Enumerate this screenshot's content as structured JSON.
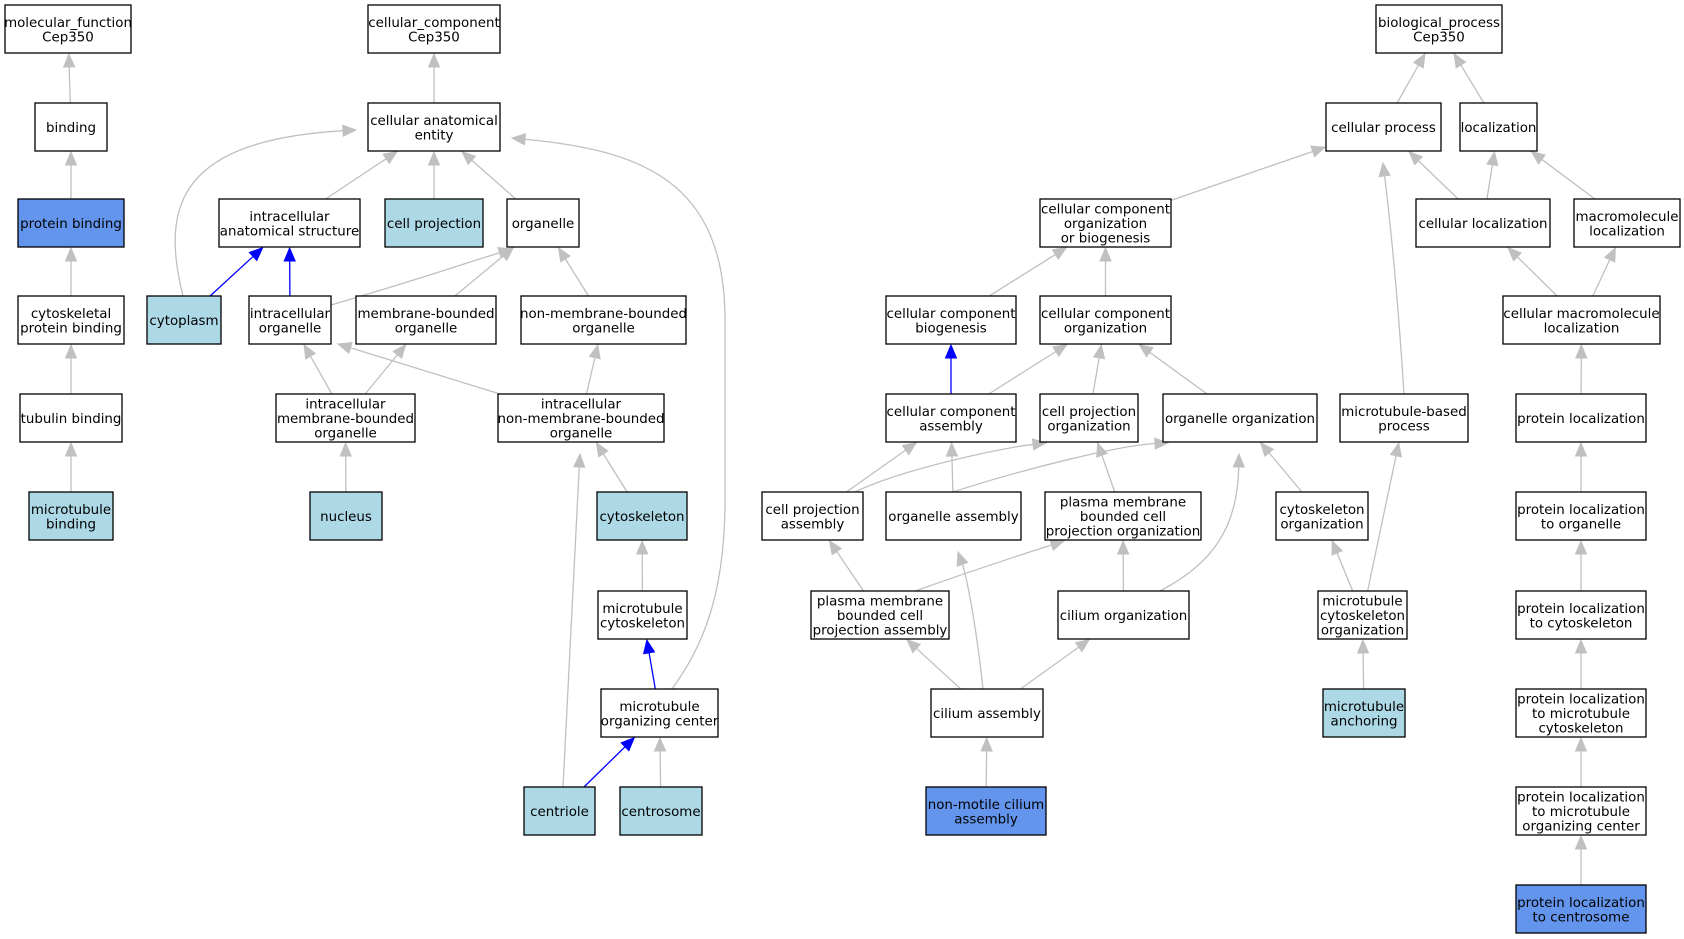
{
  "colors": {
    "default_fill": "#ffffff",
    "lightblue": "#add8e6",
    "cornflowerblue": "#6495ed",
    "edge_gray": "#c0c0c0",
    "edge_blue": "#0000ff"
  },
  "nodes": [
    {
      "id": "mf_root",
      "lines": [
        "molecular_function",
        "Cep350"
      ],
      "fill": "default"
    },
    {
      "id": "binding",
      "lines": [
        "binding"
      ],
      "fill": "default"
    },
    {
      "id": "protein_binding",
      "lines": [
        "protein binding"
      ],
      "fill": "cornflowerblue"
    },
    {
      "id": "cytoskeletal_protein_binding",
      "lines": [
        "cytoskeletal",
        "protein binding"
      ],
      "fill": "default"
    },
    {
      "id": "tubulin_binding",
      "lines": [
        "tubulin binding"
      ],
      "fill": "default"
    },
    {
      "id": "microtubule_binding",
      "lines": [
        "microtubule",
        "binding"
      ],
      "fill": "lightblue"
    },
    {
      "id": "cc_root",
      "lines": [
        "cellular_component",
        "Cep350"
      ],
      "fill": "default"
    },
    {
      "id": "cellular_anatomical_entity",
      "lines": [
        "cellular anatomical",
        "entity"
      ],
      "fill": "default"
    },
    {
      "id": "intracellular_anatomical_structure",
      "lines": [
        "intracellular",
        "anatomical structure"
      ],
      "fill": "default"
    },
    {
      "id": "cell_projection",
      "lines": [
        "cell projection"
      ],
      "fill": "lightblue"
    },
    {
      "id": "organelle",
      "lines": [
        "organelle"
      ],
      "fill": "default"
    },
    {
      "id": "cytoplasm",
      "lines": [
        "cytoplasm"
      ],
      "fill": "lightblue"
    },
    {
      "id": "intracellular_organelle",
      "lines": [
        "intracellular",
        "organelle"
      ],
      "fill": "default"
    },
    {
      "id": "membrane_bounded_organelle",
      "lines": [
        "membrane-bounded",
        "organelle"
      ],
      "fill": "default"
    },
    {
      "id": "non_membrane_bounded_organelle",
      "lines": [
        "non-membrane-bounded",
        "organelle"
      ],
      "fill": "default"
    },
    {
      "id": "intracellular_membrane_bounded_organelle",
      "lines": [
        "intracellular",
        "membrane-bounded",
        "organelle"
      ],
      "fill": "default"
    },
    {
      "id": "intracellular_non_membrane_bounded_organelle",
      "lines": [
        "intracellular",
        "non-membrane-bounded",
        "organelle"
      ],
      "fill": "default"
    },
    {
      "id": "nucleus",
      "lines": [
        "nucleus"
      ],
      "fill": "lightblue"
    },
    {
      "id": "cytoskeleton",
      "lines": [
        "cytoskeleton"
      ],
      "fill": "lightblue"
    },
    {
      "id": "microtubule_cytoskeleton",
      "lines": [
        "microtubule",
        "cytoskeleton"
      ],
      "fill": "default"
    },
    {
      "id": "microtubule_organizing_center",
      "lines": [
        "microtubule",
        "organizing center"
      ],
      "fill": "default"
    },
    {
      "id": "centriole",
      "lines": [
        "centriole"
      ],
      "fill": "lightblue"
    },
    {
      "id": "centrosome",
      "lines": [
        "centrosome"
      ],
      "fill": "lightblue"
    },
    {
      "id": "bp_root",
      "lines": [
        "biological_process",
        "Cep350"
      ],
      "fill": "default"
    },
    {
      "id": "cellular_process",
      "lines": [
        "cellular process"
      ],
      "fill": "default"
    },
    {
      "id": "localization",
      "lines": [
        "localization"
      ],
      "fill": "default"
    },
    {
      "id": "ccob",
      "lines": [
        "cellular component",
        "organization",
        "or biogenesis"
      ],
      "fill": "default"
    },
    {
      "id": "cellular_localization",
      "lines": [
        "cellular localization"
      ],
      "fill": "default"
    },
    {
      "id": "macromolecule_localization",
      "lines": [
        "macromolecule",
        "localization"
      ],
      "fill": "default"
    },
    {
      "id": "cc_biogenesis",
      "lines": [
        "cellular component",
        "biogenesis"
      ],
      "fill": "default"
    },
    {
      "id": "cc_organization",
      "lines": [
        "cellular component",
        "organization"
      ],
      "fill": "default"
    },
    {
      "id": "cellular_macromolecule_localization",
      "lines": [
        "cellular macromolecule",
        "localization"
      ],
      "fill": "default"
    },
    {
      "id": "cc_assembly",
      "lines": [
        "cellular component",
        "assembly"
      ],
      "fill": "default"
    },
    {
      "id": "cell_projection_organization",
      "lines": [
        "cell projection",
        "organization"
      ],
      "fill": "default"
    },
    {
      "id": "organelle_organization",
      "lines": [
        "organelle organization"
      ],
      "fill": "default"
    },
    {
      "id": "microtubule_based_process",
      "lines": [
        "microtubule-based",
        "process"
      ],
      "fill": "default"
    },
    {
      "id": "protein_localization",
      "lines": [
        "protein localization"
      ],
      "fill": "default"
    },
    {
      "id": "cell_projection_assembly",
      "lines": [
        "cell projection",
        "assembly"
      ],
      "fill": "default"
    },
    {
      "id": "organelle_assembly",
      "lines": [
        "organelle assembly"
      ],
      "fill": "default"
    },
    {
      "id": "pm_bounded_cell_projection_organization",
      "lines": [
        "plasma membrane",
        "bounded cell",
        "projection organization"
      ],
      "fill": "default"
    },
    {
      "id": "cytoskeleton_organization",
      "lines": [
        "cytoskeleton",
        "organization"
      ],
      "fill": "default"
    },
    {
      "id": "protein_localization_to_organelle",
      "lines": [
        "protein localization",
        "to organelle"
      ],
      "fill": "default"
    },
    {
      "id": "pm_bounded_cell_projection_assembly",
      "lines": [
        "plasma membrane",
        "bounded cell",
        "projection assembly"
      ],
      "fill": "default"
    },
    {
      "id": "cilium_organization",
      "lines": [
        "cilium organization"
      ],
      "fill": "default"
    },
    {
      "id": "microtubule_cytoskeleton_organization",
      "lines": [
        "microtubule",
        "cytoskeleton",
        "organization"
      ],
      "fill": "default"
    },
    {
      "id": "protein_localization_to_cytoskeleton",
      "lines": [
        "protein localization",
        "to cytoskeleton"
      ],
      "fill": "default"
    },
    {
      "id": "cilium_assembly",
      "lines": [
        "cilium assembly"
      ],
      "fill": "default"
    },
    {
      "id": "microtubule_anchoring",
      "lines": [
        "microtubule",
        "anchoring"
      ],
      "fill": "lightblue"
    },
    {
      "id": "protein_localization_to_microtubule_cytoskeleton",
      "lines": [
        "protein localization",
        "to microtubule",
        "cytoskeleton"
      ],
      "fill": "default"
    },
    {
      "id": "non_motile_cilium_assembly",
      "lines": [
        "non-motile cilium",
        "assembly"
      ],
      "fill": "cornflowerblue"
    },
    {
      "id": "protein_localization_to_mtoc",
      "lines": [
        "protein localization",
        "to microtubule",
        "organizing center"
      ],
      "fill": "default"
    },
    {
      "id": "protein_localization_to_centrosome",
      "lines": [
        "protein localization",
        "to centrosome"
      ],
      "fill": "cornflowerblue"
    }
  ],
  "edges": [
    {
      "from": "binding",
      "to": "mf_root",
      "color": "gray"
    },
    {
      "from": "protein_binding",
      "to": "binding",
      "color": "gray"
    },
    {
      "from": "cytoskeletal_protein_binding",
      "to": "protein_binding",
      "color": "gray"
    },
    {
      "from": "tubulin_binding",
      "to": "cytoskeletal_protein_binding",
      "color": "gray"
    },
    {
      "from": "microtubule_binding",
      "to": "tubulin_binding",
      "color": "gray"
    },
    {
      "from": "cellular_anatomical_entity",
      "to": "cc_root",
      "color": "gray"
    },
    {
      "from": "intracellular_anatomical_structure",
      "to": "cellular_anatomical_entity",
      "color": "gray"
    },
    {
      "from": "cell_projection",
      "to": "cellular_anatomical_entity",
      "color": "gray"
    },
    {
      "from": "organelle",
      "to": "cellular_anatomical_entity",
      "color": "gray"
    },
    {
      "from": "cytoplasm",
      "to": "cellular_anatomical_entity",
      "color": "gray"
    },
    {
      "from": "cytoplasm",
      "to": "intracellular_anatomical_structure",
      "color": "blue"
    },
    {
      "from": "intracellular_organelle",
      "to": "intracellular_anatomical_structure",
      "color": "blue"
    },
    {
      "from": "intracellular_organelle",
      "to": "organelle",
      "color": "gray"
    },
    {
      "from": "membrane_bounded_organelle",
      "to": "organelle",
      "color": "gray"
    },
    {
      "from": "non_membrane_bounded_organelle",
      "to": "organelle",
      "color": "gray"
    },
    {
      "from": "intracellular_membrane_bounded_organelle",
      "to": "intracellular_organelle",
      "color": "gray"
    },
    {
      "from": "intracellular_membrane_bounded_organelle",
      "to": "membrane_bounded_organelle",
      "color": "gray"
    },
    {
      "from": "intracellular_non_membrane_bounded_organelle",
      "to": "intracellular_organelle",
      "color": "gray"
    },
    {
      "from": "intracellular_non_membrane_bounded_organelle",
      "to": "non_membrane_bounded_organelle",
      "color": "gray"
    },
    {
      "from": "nucleus",
      "to": "intracellular_membrane_bounded_organelle",
      "color": "gray"
    },
    {
      "from": "cytoskeleton",
      "to": "intracellular_non_membrane_bounded_organelle",
      "color": "gray"
    },
    {
      "from": "microtubule_cytoskeleton",
      "to": "cytoskeleton",
      "color": "gray"
    },
    {
      "from": "microtubule_organizing_center",
      "to": "microtubule_cytoskeleton",
      "color": "blue"
    },
    {
      "from": "microtubule_organizing_center",
      "to": "cellular_anatomical_entity",
      "color": "gray"
    },
    {
      "from": "centriole",
      "to": "microtubule_organizing_center",
      "color": "blue"
    },
    {
      "from": "centriole",
      "to": "intracellular_non_membrane_bounded_organelle",
      "color": "gray"
    },
    {
      "from": "centrosome",
      "to": "microtubule_organizing_center",
      "color": "gray"
    },
    {
      "from": "cellular_process",
      "to": "bp_root",
      "color": "gray"
    },
    {
      "from": "localization",
      "to": "bp_root",
      "color": "gray"
    },
    {
      "from": "ccob",
      "to": "cellular_process",
      "color": "gray"
    },
    {
      "from": "cellular_localization",
      "to": "cellular_process",
      "color": "gray"
    },
    {
      "from": "cellular_localization",
      "to": "localization",
      "color": "gray"
    },
    {
      "from": "macromolecule_localization",
      "to": "localization",
      "color": "gray"
    },
    {
      "from": "cc_biogenesis",
      "to": "ccob",
      "color": "gray"
    },
    {
      "from": "cc_organization",
      "to": "ccob",
      "color": "gray"
    },
    {
      "from": "cellular_macromolecule_localization",
      "to": "cellular_localization",
      "color": "gray"
    },
    {
      "from": "cellular_macromolecule_localization",
      "to": "macromolecule_localization",
      "color": "gray"
    },
    {
      "from": "cc_assembly",
      "to": "cc_biogenesis",
      "color": "blue"
    },
    {
      "from": "cc_assembly",
      "to": "cc_organization",
      "color": "gray"
    },
    {
      "from": "cell_projection_organization",
      "to": "cc_organization",
      "color": "gray"
    },
    {
      "from": "organelle_organization",
      "to": "cc_organization",
      "color": "gray"
    },
    {
      "from": "microtubule_based_process",
      "to": "cellular_process",
      "color": "gray"
    },
    {
      "from": "protein_localization",
      "to": "cellular_macromolecule_localization",
      "color": "gray"
    },
    {
      "from": "cell_projection_assembly",
      "to": "cc_assembly",
      "color": "gray"
    },
    {
      "from": "cell_projection_assembly",
      "to": "cell_projection_organization",
      "color": "gray"
    },
    {
      "from": "organelle_assembly",
      "to": "cc_assembly",
      "color": "gray"
    },
    {
      "from": "organelle_assembly",
      "to": "organelle_organization",
      "color": "gray"
    },
    {
      "from": "pm_bounded_cell_projection_organization",
      "to": "cell_projection_organization",
      "color": "gray"
    },
    {
      "from": "cytoskeleton_organization",
      "to": "organelle_organization",
      "color": "gray"
    },
    {
      "from": "protein_localization_to_organelle",
      "to": "protein_localization",
      "color": "gray"
    },
    {
      "from": "pm_bounded_cell_projection_assembly",
      "to": "cell_projection_assembly",
      "color": "gray"
    },
    {
      "from": "pm_bounded_cell_projection_assembly",
      "to": "pm_bounded_cell_projection_organization",
      "color": "gray"
    },
    {
      "from": "cilium_organization",
      "to": "pm_bounded_cell_projection_organization",
      "color": "gray"
    },
    {
      "from": "cilium_organization",
      "to": "organelle_organization",
      "color": "gray"
    },
    {
      "from": "microtubule_cytoskeleton_organization",
      "to": "cytoskeleton_organization",
      "color": "gray"
    },
    {
      "from": "microtubule_cytoskeleton_organization",
      "to": "microtubule_based_process",
      "color": "gray"
    },
    {
      "from": "protein_localization_to_cytoskeleton",
      "to": "protein_localization_to_organelle",
      "color": "gray"
    },
    {
      "from": "cilium_assembly",
      "to": "pm_bounded_cell_projection_assembly",
      "color": "gray"
    },
    {
      "from": "cilium_assembly",
      "to": "cilium_organization",
      "color": "gray"
    },
    {
      "from": "cilium_assembly",
      "to": "organelle_assembly",
      "color": "gray"
    },
    {
      "from": "microtubule_anchoring",
      "to": "microtubule_cytoskeleton_organization",
      "color": "gray"
    },
    {
      "from": "protein_localization_to_microtubule_cytoskeleton",
      "to": "protein_localization_to_cytoskeleton",
      "color": "gray"
    },
    {
      "from": "non_motile_cilium_assembly",
      "to": "cilium_assembly",
      "color": "gray"
    },
    {
      "from": "protein_localization_to_mtoc",
      "to": "protein_localization_to_microtubule_cytoskeleton",
      "color": "gray"
    },
    {
      "from": "protein_localization_to_centrosome",
      "to": "protein_localization_to_mtoc",
      "color": "gray"
    }
  ]
}
